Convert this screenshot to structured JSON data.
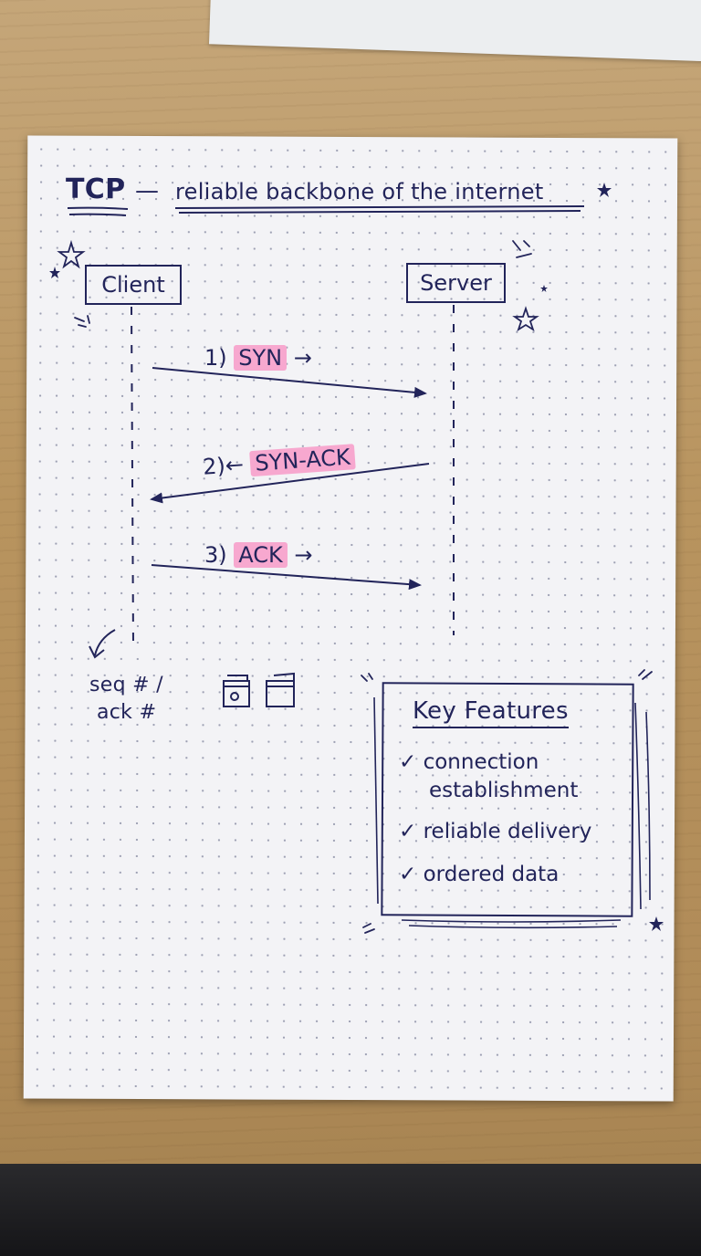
{
  "title": {
    "main": "TCP",
    "dash": "—",
    "subtitle": "reliable backbone of the internet"
  },
  "nodes": {
    "client": "Client",
    "server": "Server"
  },
  "messages": [
    {
      "step": "1)",
      "label": "SYN",
      "direction": "client-to-server"
    },
    {
      "step": "2)",
      "label": "SYN-ACK",
      "direction": "server-to-client"
    },
    {
      "step": "3)",
      "label": "ACK",
      "direction": "client-to-server"
    }
  ],
  "note": {
    "line1": "seq # /",
    "line2": "ack #"
  },
  "features": {
    "title": "Key Features",
    "check": "✓",
    "items": [
      "connection",
      "establishment",
      "reliable delivery",
      "ordered data"
    ]
  },
  "colors": {
    "ink": "#22245a",
    "highlight": "#f7a8cf",
    "paper": "#f3f3f6"
  }
}
